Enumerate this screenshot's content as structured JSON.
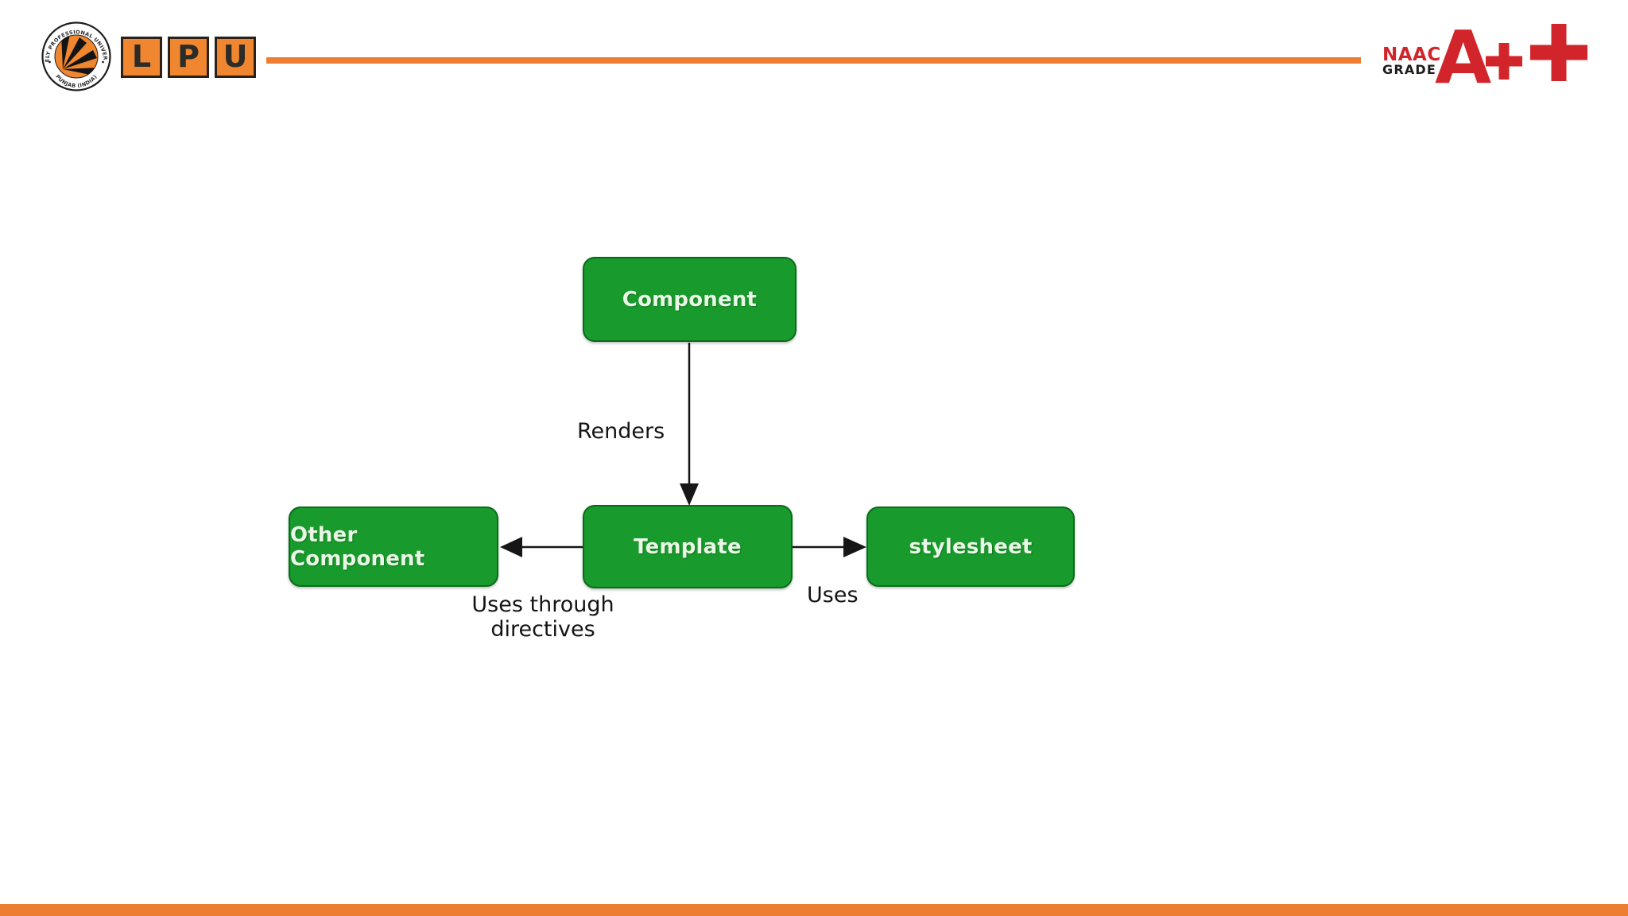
{
  "slide": {
    "header": {
      "emblem": {
        "top_text": "LOVELY PROFESSIONAL UNIVERSITY",
        "bottom_text": "PUNJAB (INDIA)"
      },
      "lpu_letters": [
        "L",
        "P",
        "U"
      ],
      "naac": {
        "org": "NAAC",
        "grade_label": "GRADE",
        "grade_letter": "A"
      }
    },
    "diagram": {
      "nodes": {
        "component": "Component",
        "template": "Template",
        "other_component": "Other Component",
        "stylesheet": "stylesheet"
      },
      "edge_labels": {
        "renders": "Renders",
        "uses_through_directives": "Uses through directives",
        "uses": "Uses"
      }
    },
    "colors": {
      "accent_orange": "#ED7D31",
      "lpu_square_orange": "#F0862F",
      "node_green": "#189A2C",
      "node_border_green": "#0B6B1C",
      "naac_red": "#D2252B",
      "node_text": "#EAF7E6",
      "edge_label_text": "#141414"
    }
  }
}
